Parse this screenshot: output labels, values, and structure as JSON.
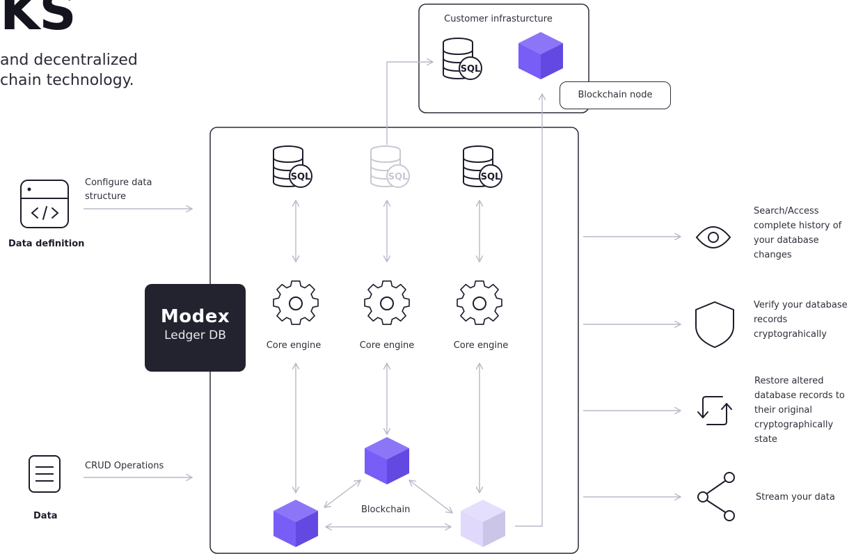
{
  "header": {
    "heading_fragment": "KS",
    "intro_lines": "and decentralized\nchain technology."
  },
  "infrastructure": {
    "title": "Customer infrasturcture",
    "node_label": "Blockchain node"
  },
  "sql_badge": "SQL",
  "logo": {
    "name": "Modex",
    "subtitle": "Ledger DB"
  },
  "left_inputs": {
    "data_definition": {
      "caption": "Configure data\nstructure",
      "title": "Data definition"
    },
    "data": {
      "caption": "CRUD Operations",
      "title": "Data"
    }
  },
  "engines": [
    "Core engine",
    "Core engine",
    "Core engine"
  ],
  "blockchain_label": "Blockchain",
  "outputs": [
    {
      "icon": "eye-icon",
      "text": "Search/Access complete history of your database changes"
    },
    {
      "icon": "shield-icon",
      "text": "Verify your database records cryptograhically"
    },
    {
      "icon": "restore-icon",
      "text": "Restore altered database records to their original cryptographically state"
    },
    {
      "icon": "share-icon",
      "text": "Stream your data"
    }
  ],
  "colors": {
    "accent_purple": "#6c4ff5",
    "light_purple": "#ddd6fb",
    "dark": "#23232f",
    "arrow_gray": "#b8b8c8"
  }
}
